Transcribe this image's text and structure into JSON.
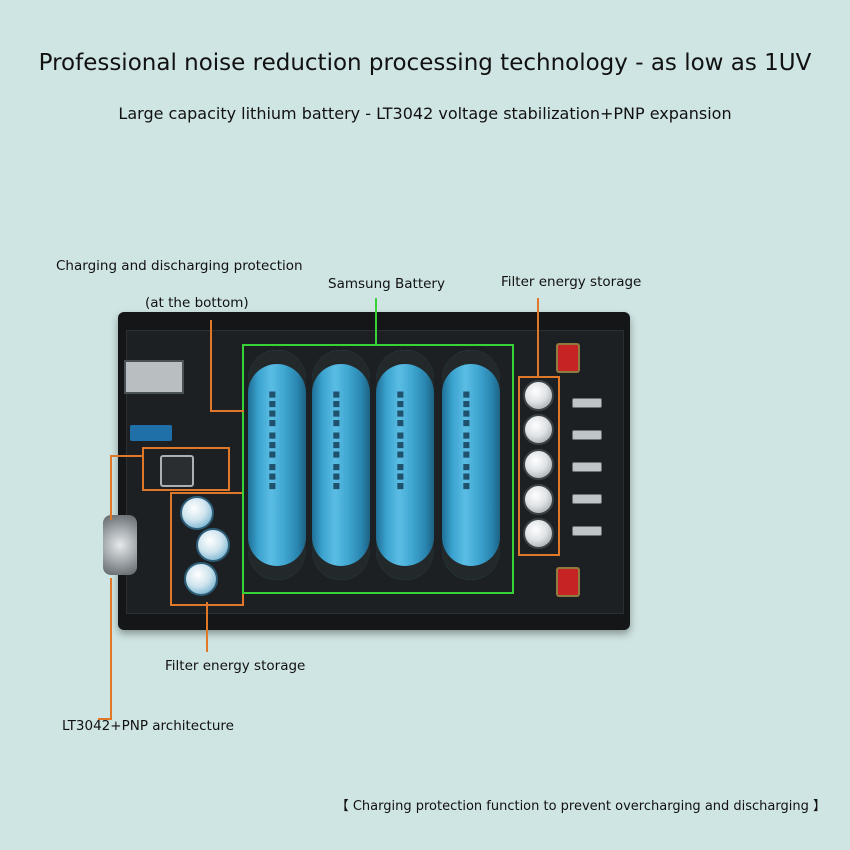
{
  "header": {
    "title": "Professional noise reduction processing technology - as low as 1UV",
    "subtitle": "Large capacity lithium battery - LT3042 voltage stabilization+PNP expansion"
  },
  "labels": {
    "charging_protection": "Charging and discharging protection",
    "at_bottom": "(at the bottom)",
    "samsung_battery": "Samsung Battery",
    "filter_right": "Filter energy storage",
    "filter_bottom": "Filter energy storage",
    "lt3042": "LT3042+PNP architecture"
  },
  "footer": {
    "text": "【 Charging protection function to prevent overcharging and discharging 】"
  },
  "colors": {
    "background": "#cfe5e3",
    "highlight_orange": "#e0782a",
    "highlight_green": "#39d236",
    "battery_blue": "#3fa7d2"
  },
  "icons": {
    "battery": "battery-cell-icon",
    "capacitor": "capacitor-icon"
  }
}
